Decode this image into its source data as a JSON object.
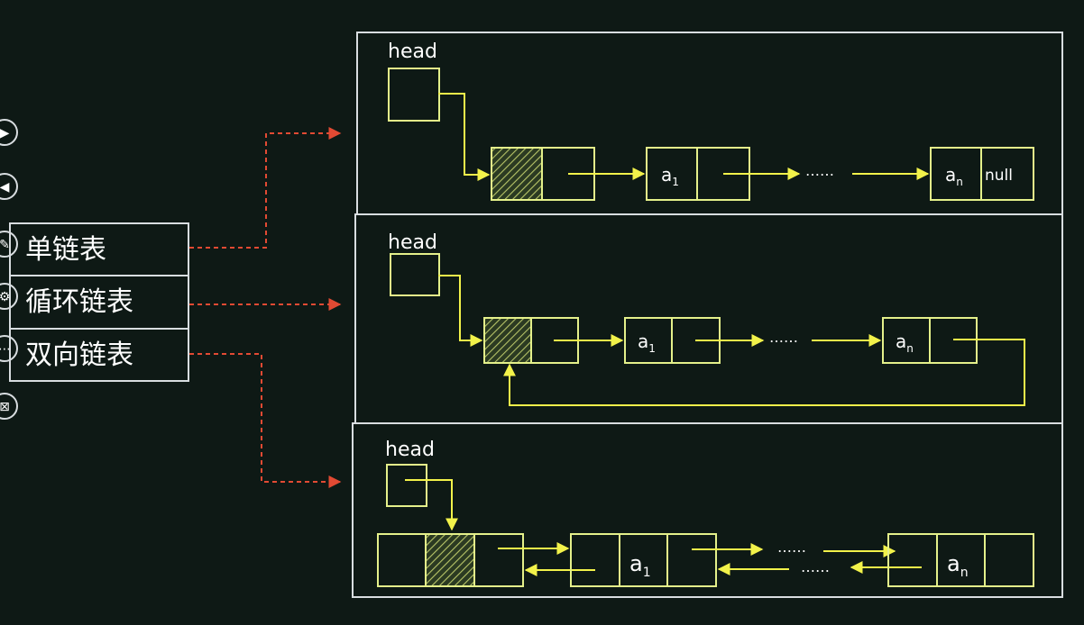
{
  "menu": {
    "items": [
      {
        "label": "单链表"
      },
      {
        "label": "循环链表"
      },
      {
        "label": "双向链表"
      }
    ]
  },
  "panels": {
    "singly": {
      "head_label": "head",
      "node_a1": {
        "base": "a",
        "sub": "1"
      },
      "node_an": {
        "base": "a",
        "sub": "n"
      },
      "null_label": "null",
      "ellipsis": "……"
    },
    "circular": {
      "head_label": "head",
      "node_a1": {
        "base": "a",
        "sub": "1"
      },
      "node_an": {
        "base": "a",
        "sub": "n"
      },
      "ellipsis": "……"
    },
    "doubly": {
      "head_label": "head",
      "node_a1": {
        "base": "a",
        "sub": "1"
      },
      "node_an": {
        "base": "a",
        "sub": "n"
      },
      "ellipsis_top": "……",
      "ellipsis_bottom": "……"
    }
  },
  "colors": {
    "background": "#0e1915",
    "box": "#e4f08a",
    "arrow": "#f2f24a",
    "panel_border": "#d8dde0",
    "connector": "#e24a33",
    "text": "#ffffff"
  }
}
